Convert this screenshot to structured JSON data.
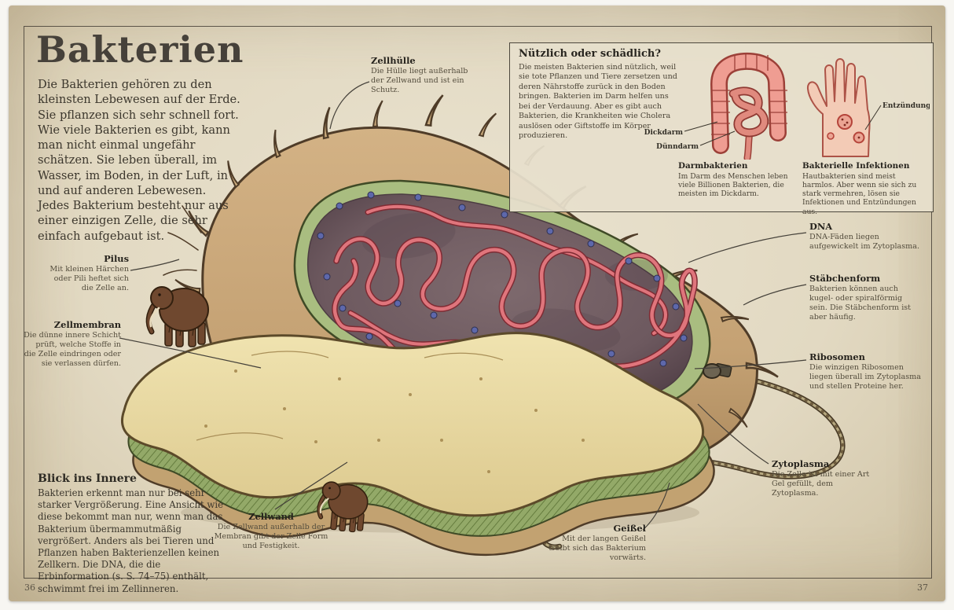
{
  "page": {
    "left_number": "36",
    "right_number": "37"
  },
  "header": {
    "title": "Bakterien"
  },
  "intro": "Die Bakterien gehören zu den kleinsten Lebewesen auf der Erde. Sie pflanzen sich sehr schnell fort. Wie viele Bakterien es gibt, kann man nicht einmal ungefähr schätzen. Sie leben überall, im Wasser, im Boden, in der Luft, in und auf anderen Lebewesen. Jedes Bakterium besteht nur aus einer einzigen Zelle, die sehr einfach aufgebaut ist.",
  "inner_section": {
    "heading": "Blick ins Innere",
    "body": "Bakterien erkennt man nur bei sehr starker Vergrößerung. Eine Ansicht wie diese bekommt man nur, wenn man das Bakterium übermammutmäßig vergrößert. Anders als bei Tieren und Pflanzen haben Bakterienzellen keinen Zellkern. Die DNA, die die Erbinformation (s. S. 74–75) enthält, schwimmt frei im Zellinneren."
  },
  "info_box": {
    "title": "Nützlich oder schädlich?",
    "body": "Die meisten Bakterien sind nützlich, weil sie tote Pflanzen und Tiere zersetzen und deren Nährstoffe zurück in den Boden bringen. Bakterien im Darm helfen uns bei der Verdauung. Aber es gibt auch Bakterien, die Krankheiten wie Cholera auslösen oder Giftstoffe im Körper produzieren.",
    "labels": {
      "dickdarm": "Dickdarm",
      "duenndarm": "Dünndarm",
      "entzuendung": "Entzündung"
    },
    "captions": [
      {
        "title": "Darmbakterien",
        "body": "Im Darm des Menschen leben viele Billionen Bakterien, die meisten im Dickdarm."
      },
      {
        "title": "Bakterielle Infektionen",
        "body": "Hautbakterien sind meist harmlos. Aber wenn sie sich zu stark vermehren, lösen sie Infektionen und Entzündungen aus."
      }
    ]
  },
  "callouts": [
    {
      "id": "zellhuelle",
      "title": "Zellhülle",
      "body": "Die Hülle liegt außerhalb der Zellwand und ist ein Schutz."
    },
    {
      "id": "pilus",
      "title": "Pilus",
      "body": "Mit kleinen Härchen oder Pili heftet sich die Zelle an."
    },
    {
      "id": "zellmembran",
      "title": "Zellmembran",
      "body": "Die dünne innere Schicht prüft, welche Stoffe in die Zelle eindringen oder sie verlassen dürfen."
    },
    {
      "id": "zellwand",
      "title": "Zellwand",
      "body": "Die Zellwand außerhalb der Membran gibt der Zelle Form und Festigkeit."
    },
    {
      "id": "dna",
      "title": "DNA",
      "body": "DNA-Fäden liegen aufgewickelt im Zytoplasma."
    },
    {
      "id": "staebchenform",
      "title": "Stäbchenform",
      "body": "Bakterien können auch kugel- oder spiralförmig sein. Die Stäbchenform ist aber häufig."
    },
    {
      "id": "ribosomen",
      "title": "Ribosomen",
      "body": "Die winzigen Ribosomen liegen überall im Zytoplasma und stellen Proteine her."
    },
    {
      "id": "zytoplasma",
      "title": "Zytoplasma",
      "body": "Die Zelle ist mit einer Art Gel gefüllt, dem Zytoplasma."
    },
    {
      "id": "geissel",
      "title": "Geißel",
      "body": "Mit der langen Geißel treibt sich das Bakterium vorwärts."
    }
  ],
  "palette": {
    "paper": "#e5ddc9",
    "ink": "#3c372d",
    "capsule_tan": "#c5a274",
    "cell_wall_green": "#a9bd80",
    "cytoplasm_mauve": "#6d595f",
    "dna_red": "#df757c",
    "ribosome_blue": "#5e68ab",
    "intestine_pink": "#ef9d92",
    "infection_red": "#b5443a"
  }
}
